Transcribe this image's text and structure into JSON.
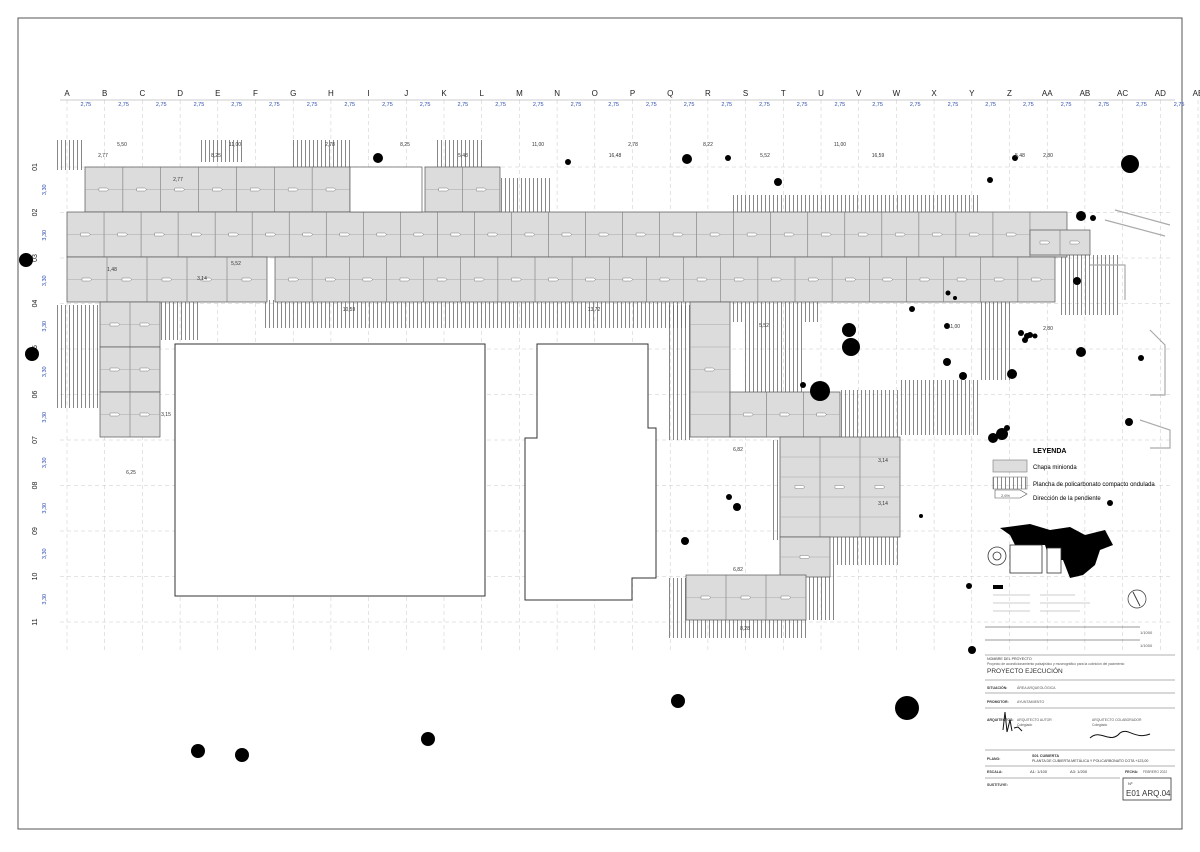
{
  "grid": {
    "columns": [
      "A",
      "B",
      "C",
      "D",
      "E",
      "F",
      "G",
      "H",
      "I",
      "J",
      "K",
      "L",
      "M",
      "N",
      "O",
      "P",
      "Q",
      "R",
      "S",
      "T",
      "U",
      "V",
      "W",
      "X",
      "Y",
      "Z",
      "AA",
      "AB",
      "AC",
      "AD",
      "AE"
    ],
    "column_spacing": "2,75",
    "rows": [
      "01",
      "02",
      "03",
      "04",
      "05",
      "06",
      "07",
      "08",
      "09",
      "10",
      "11"
    ],
    "row_spacing": "3,30"
  },
  "dimensions": {
    "top_upper": [
      "5,50",
      "11,00",
      "2,78",
      "8,25",
      "11,00",
      "2,78",
      "8,22",
      "11,00"
    ],
    "top_lower": [
      "2,77",
      "8,25",
      "5,48",
      "16,48",
      "5,52",
      "16,59",
      "5,48",
      "2,80"
    ],
    "misc": [
      "2,77",
      "1,48",
      "5,52",
      "10,59",
      "13,72",
      "11,00",
      "2,80",
      "6,82",
      "6,82",
      "8,28",
      "6,25",
      "5,52",
      "3,14",
      "3,15",
      "3,14",
      "3,14"
    ]
  },
  "legend": {
    "title": "LEYENDA",
    "items": [
      {
        "label": "Chapa minionda",
        "icon": "panel-swatch-icon"
      },
      {
        "label": "Plancha de policarbonato compacto ondulada",
        "icon": "hatch-swatch-icon"
      },
      {
        "label": "Dirección de la pendiente",
        "icon": "arrow-swatch-icon",
        "badge": "2,6%"
      }
    ]
  },
  "scale_bar": {
    "unit": "1/1000"
  },
  "title_block": {
    "project_header": "NOMBRE DEL PROYECTO",
    "project_line": "Proyecto de acondicionamiento paisajístico y museográfico para la cubrición del yacimiento",
    "project_title": "PROYECTO EJECUCIÓN",
    "situacion_label": "SITUACIÓN:",
    "situacion_value": "ÁREA ARQUEOLÓGICA",
    "promotor_label": "PROMOTOR:",
    "promotor_value": "AYUNTAMIENTO",
    "arquitectos_label": "ARQUITECTOS:",
    "arquitecto_1": "ARQUITECTO AUTOR",
    "arquitecto_1_sub": "Colegiado",
    "arquitecto_2": "ARQUITECTO COLABORADOR",
    "arquitecto_2_sub": "Colegiado",
    "plano_label": "PLANO:",
    "plano_line1": "S01 CUBIERTA",
    "plano_line2": "PLANTA DE CUBIERTA METÁLICA Y POLICARBONATO  COTA +123,00",
    "escala_label": "ESCALA:",
    "escala_a1": "A1: 1/100",
    "escala_a3": "A3: 1/200",
    "sustituye_label": "SUSTITUYE:",
    "fecha_label": "FECHA:",
    "fecha_value": "FEBRERO 2022",
    "plano_no_label": "Nº",
    "plano_no": "E01 ARQ.04"
  }
}
